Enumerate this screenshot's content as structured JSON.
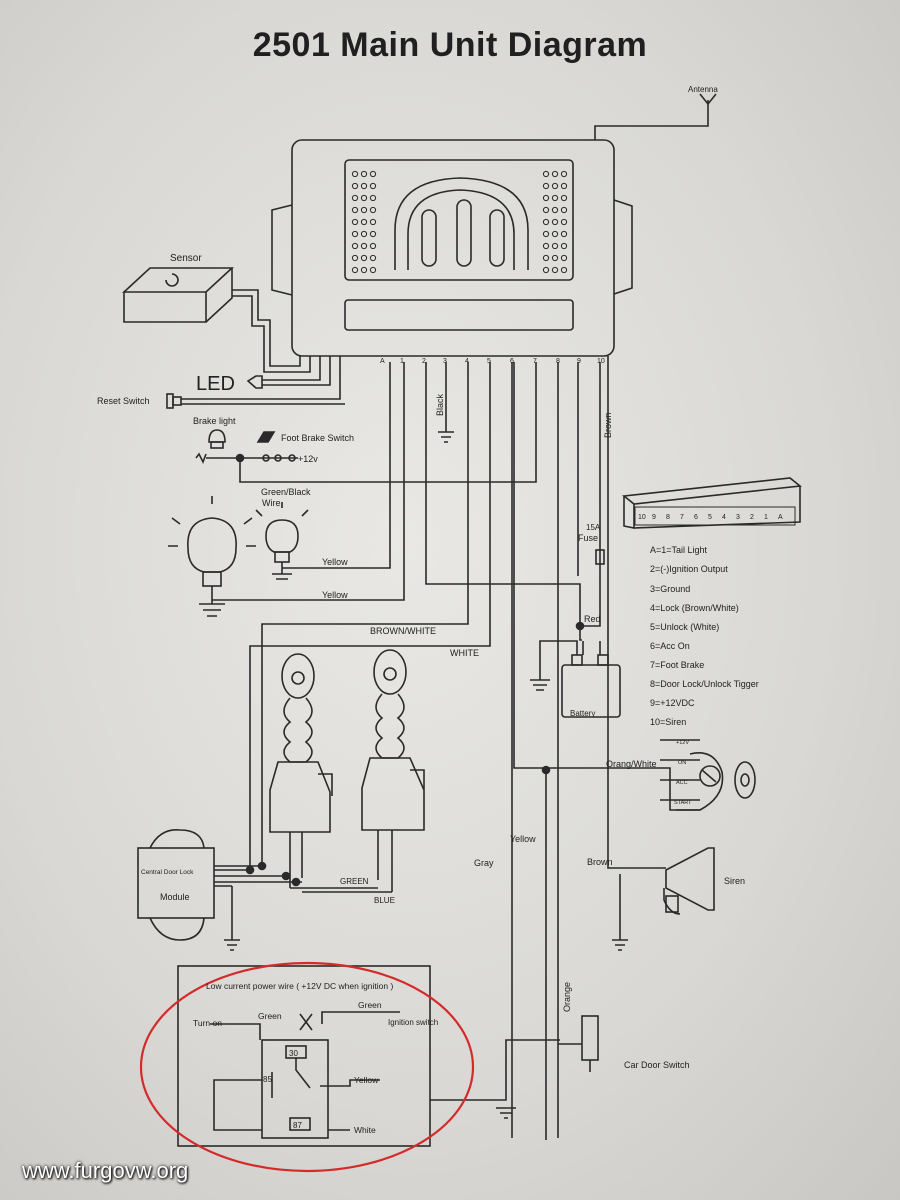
{
  "title": "2501 Main Unit Diagram",
  "watermark": "www.furgovw.org",
  "labels": {
    "antenna": "Antenna",
    "sensor": "Sensor",
    "led": "LED",
    "reset_switch": "Reset Switch",
    "brake_light": "Brake light",
    "foot_brake_switch": "Foot Brake Switch",
    "plus12v": "+12v",
    "green_black_wire": "Green/Black",
    "wire": "Wire",
    "yellow_1": "Yellow",
    "yellow_2": "Yellow",
    "black": "Black",
    "brown_top": "Brown",
    "fuse_15a": "15A",
    "fuse": "Fuse",
    "red": "Red",
    "brown_white": "BROWN/WHITE",
    "white": "WHITE",
    "battery": "Battery",
    "orange_white": "Orang/White",
    "yellow_3": "Yellow",
    "gray": "Gray",
    "brown_siren": "Brown",
    "siren": "Siren",
    "green": "GREEN",
    "blue": "BLUE",
    "cdl_module_1": "Central Door Lock",
    "cdl_module_2": "Module",
    "orange": "Orange",
    "car_door_switch": "Car Door Switch"
  },
  "ignition_labels": [
    "+12V",
    "ON",
    "ACC",
    "START"
  ],
  "pin_numbers": [
    "A",
    "1",
    "2",
    "3",
    "4",
    "5",
    "6",
    "7",
    "8",
    "9",
    "10"
  ],
  "connector_pins": [
    "10",
    "9",
    "8",
    "7",
    "6",
    "5",
    "4",
    "3",
    "2",
    "1",
    "A"
  ],
  "pin_legend": [
    "A=1=Tail Light",
    "2=(-)Ignition Output",
    "3=Ground",
    "4=Lock (Brown/White)",
    "5=Unlock (White)",
    "6=Acc On",
    "7=Foot Brake",
    "8=Door Lock/Unlock Tigger",
    "9=+12VDC",
    "10=Siren"
  ],
  "relay": {
    "header": "Low current power wire ( +12V DC when ignition )",
    "turn_on": "Turn on",
    "green_1": "Green",
    "green_2": "Green",
    "ignition_switch": "Ignition switch",
    "pin_30": "30",
    "pin_85": "85",
    "pin_87": "87",
    "yellow": "Yellow",
    "white": "White"
  },
  "colors": {
    "ink": "#2a2a2a",
    "paper": "#e6e5e2",
    "highlight_circle": "#d42a2a"
  }
}
